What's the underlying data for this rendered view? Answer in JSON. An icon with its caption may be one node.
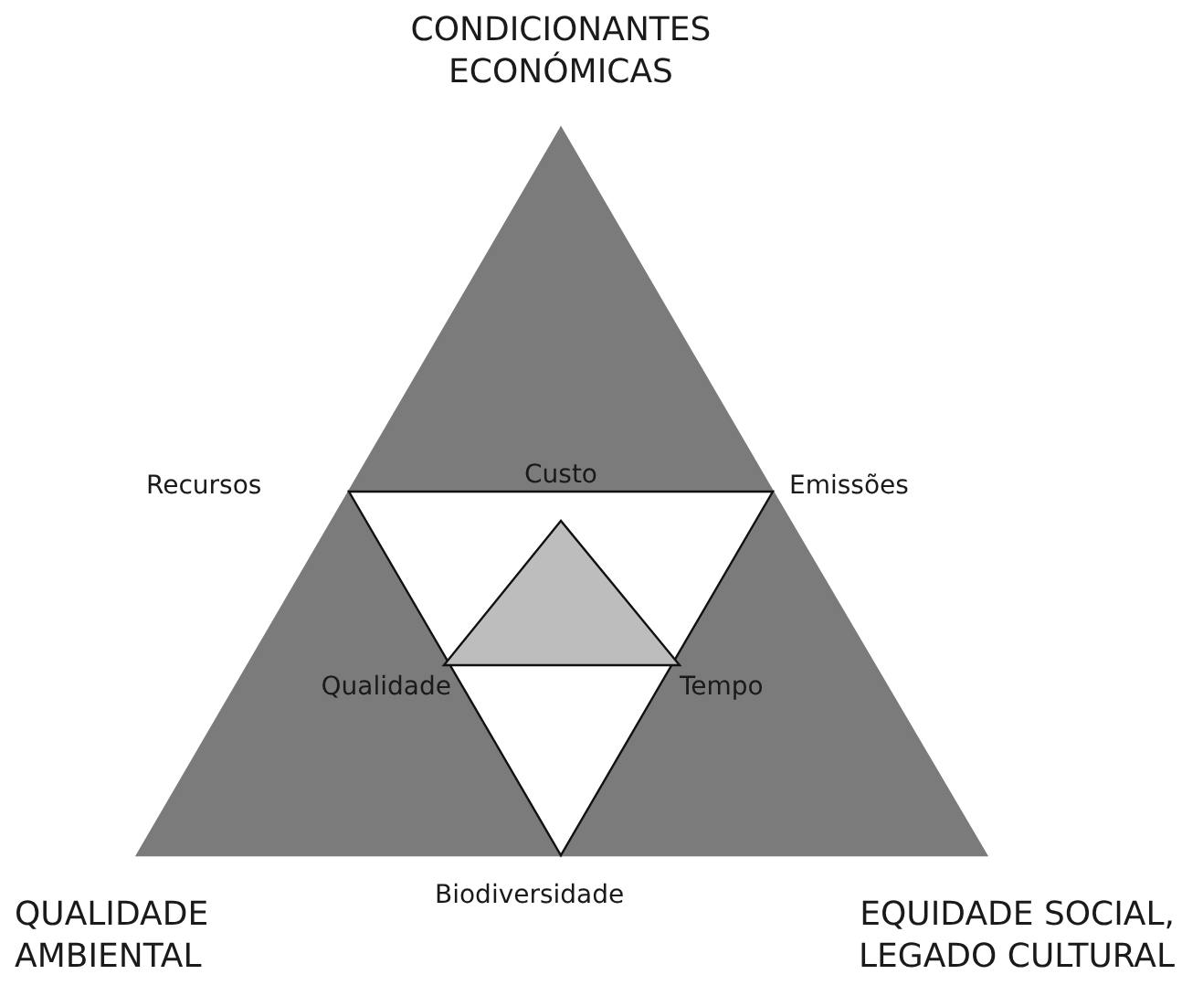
{
  "diagram": {
    "nodes": [
      {
        "text": [
          "CONDICIONANTES ECONÓMICAS"
        ]
      },
      {
        "text": [
          "QUALIDADE AMBIENTAL"
        ]
      },
      {
        "text": [
          "EQUIDADE SOCIAL, LEGADO CULTURAL"
        ]
      },
      {
        "text": [],
        "shape": "triangle"
      },
      {
        "text": [
          "Custo",
          "Qualidade",
          "Tempo"
        ],
        "in": 3
      }
    ],
    "labels": [
      "Recursos",
      "Emissões",
      "Biodiversidade"
    ]
  }
}
